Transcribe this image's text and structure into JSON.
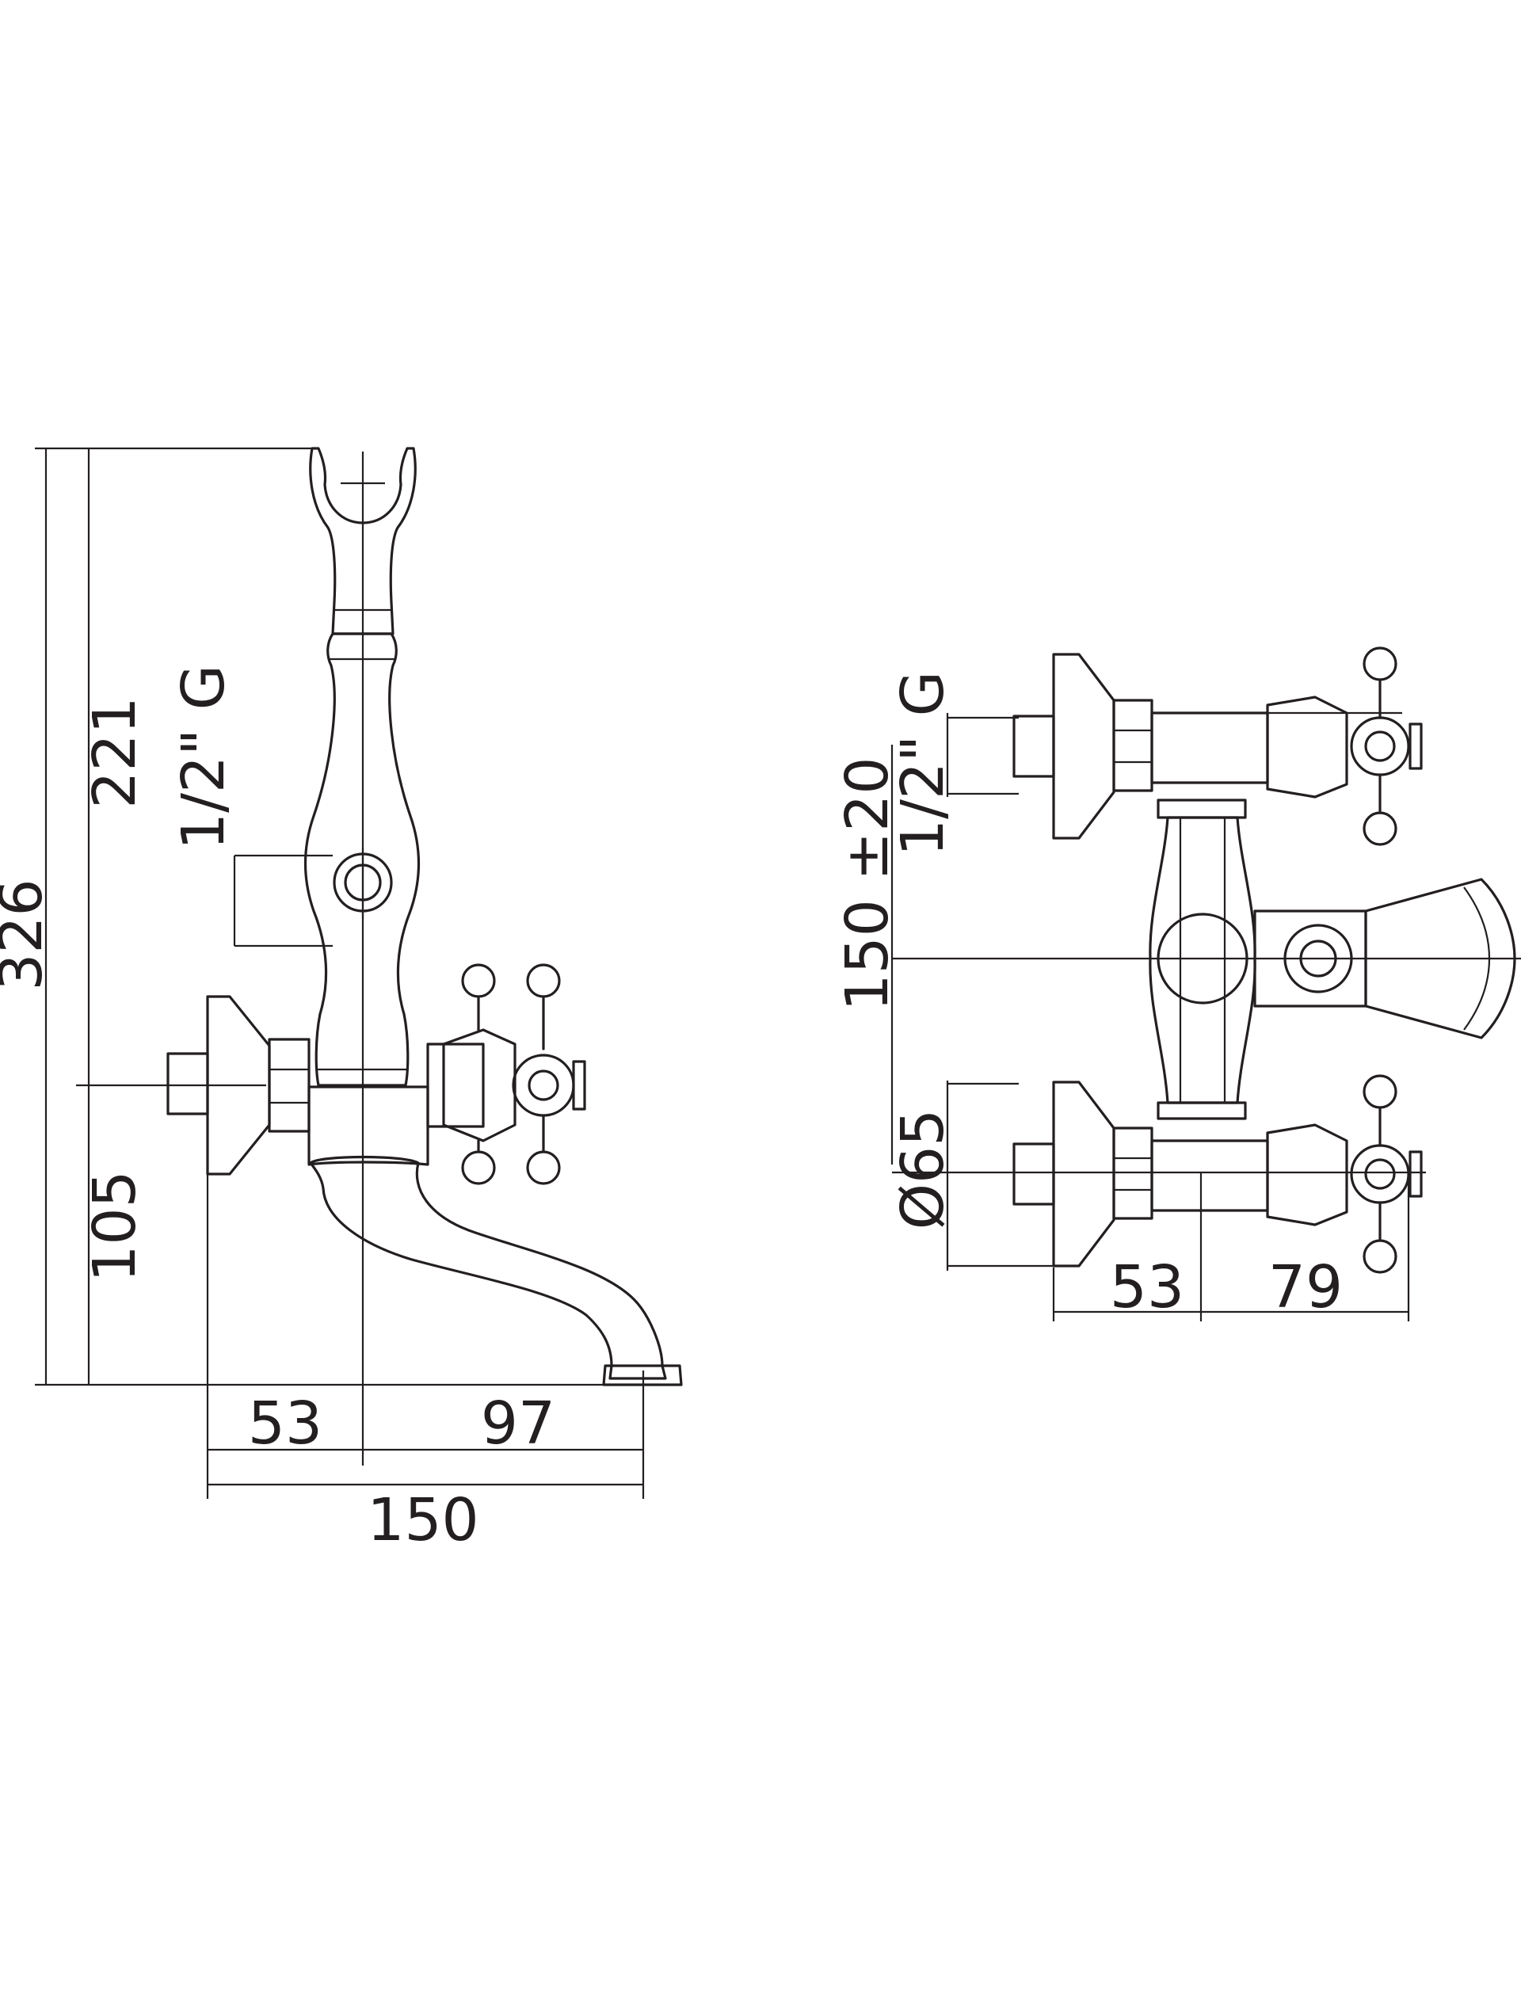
{
  "side_view": {
    "dims": {
      "total_height": "326",
      "shower_height": "221",
      "connection": "1/2\" G",
      "spout_height": "105",
      "wall_offset": "53",
      "spout_reach": "97",
      "total_depth": "150"
    }
  },
  "front_view": {
    "dims": {
      "center_distance": "150 ±20",
      "connection": "1/2\" G",
      "flange_diameter": "Ø65",
      "wall_offset": "53",
      "handle_reach": "79"
    }
  },
  "colors": {
    "line": "#231f20",
    "background": "#ffffff"
  }
}
